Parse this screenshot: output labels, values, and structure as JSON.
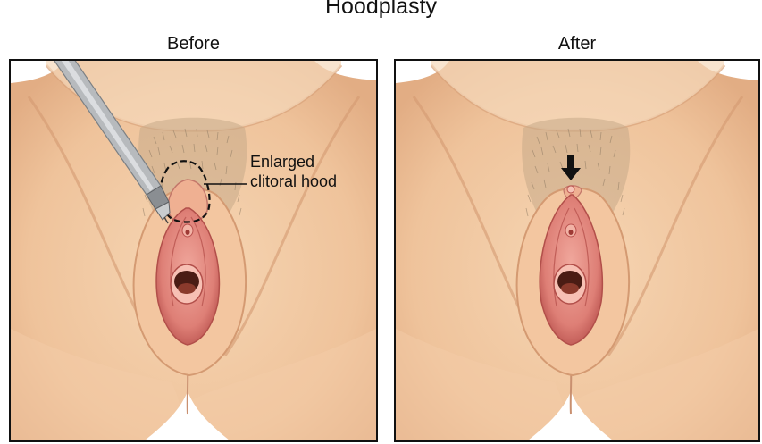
{
  "title": "Hoodplasty",
  "panels": {
    "before": {
      "label": "Before"
    },
    "after": {
      "label": "After"
    }
  },
  "callout": {
    "line1": "Enlarged",
    "line2": "clitoral hood"
  },
  "colors": {
    "skin": "#f1c9a2",
    "skin_light": "#f8dfc3",
    "skin_shadow": "#dca47c",
    "mucosa": "#e3847c",
    "mucosa_dark": "#b8504d",
    "opening": "#4a1c14",
    "hair": "#9c8a72",
    "instrument": "#a7aaad",
    "border": "#111111"
  },
  "icons": [
    "surgical-instrument-icon",
    "down-arrow-icon"
  ]
}
